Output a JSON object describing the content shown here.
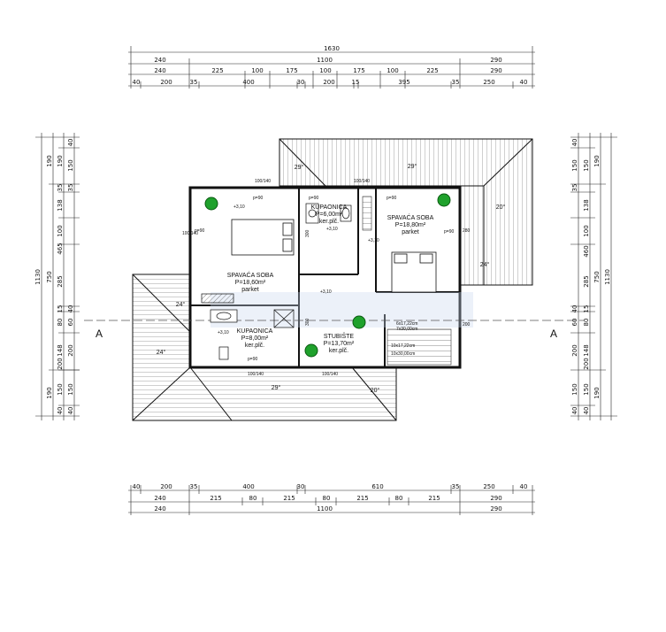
{
  "top_dims": {
    "total": "1630",
    "row2": [
      "240",
      "1100",
      "290"
    ],
    "row3": [
      "240",
      "225",
      "100",
      "175",
      "100",
      "175",
      "100",
      "225",
      "290"
    ],
    "row4": [
      "40",
      "200",
      "35",
      "400",
      "30",
      "200",
      "15",
      "395",
      "35",
      "250",
      "40"
    ]
  },
  "bottom_dims": {
    "row1": [
      "40",
      "200",
      "35",
      "400",
      "30",
      "610",
      "35",
      "250",
      "40"
    ],
    "row2": [
      "240",
      "215",
      "80",
      "215",
      "80",
      "215",
      "80",
      "215",
      "290"
    ],
    "row3": [
      "240",
      "1100",
      "290"
    ]
  },
  "left_dims": {
    "outer": "1130",
    "mid": [
      "190",
      "750",
      "190"
    ],
    "inner": [
      "190",
      "35",
      "138",
      "100",
      "465",
      "285",
      "15",
      "80",
      "148",
      "200",
      "150",
      "40"
    ],
    "col2": [
      "40",
      "150",
      "35",
      "40",
      "60",
      "200",
      "150",
      "40"
    ]
  },
  "right_dims": {
    "outer": "1130",
    "mid": [
      "190",
      "750",
      "190"
    ],
    "inner": [
      "150",
      "138",
      "100",
      "460",
      "285",
      "15",
      "80",
      "148",
      "200",
      "150",
      "40"
    ],
    "col2": [
      "40",
      "150",
      "35",
      "40",
      "60",
      "200",
      "150",
      "40"
    ]
  },
  "rooms": {
    "bed1": {
      "name": "SPAVAĆA SOBA",
      "area": "P=18,60m²",
      "floor": "parket"
    },
    "bath1": {
      "name": "KUPAONICA",
      "area": "P=6,00m²",
      "floor": "ker.plč."
    },
    "bed2": {
      "name": "SPAVAĆA SOBA",
      "area": "P=18,80m²",
      "floor": "parket"
    },
    "bath2": {
      "name": "KUPAONICA",
      "area": "P=8,00m²",
      "floor": "ker.plč."
    },
    "stairs": {
      "name": "STUBIŠTE",
      "area": "P=13,70m²",
      "floor": "ker.plč."
    }
  },
  "stair_notes": [
    "6x17,22cm",
    "7x30,00cm",
    "10x17,22cm",
    "10x30,00cm"
  ],
  "roof_slopes": [
    "29°",
    "29°",
    "20°",
    "24°",
    "24°",
    "24°",
    "29°",
    "20°"
  ],
  "section_marks": [
    "A",
    "A"
  ],
  "level_marks": [
    "+3,10",
    "+3,10",
    "+3,10",
    "+3,10",
    "+3,10"
  ],
  "opening_labels": [
    "p=90",
    "p=90",
    "p=90",
    "p=90",
    "p=90",
    "p=90"
  ],
  "window_labels": [
    "100/140",
    "100/140",
    "100/140",
    "100/140",
    "100/140"
  ],
  "sill_labels": [
    "300",
    "300",
    "200",
    "280"
  ]
}
